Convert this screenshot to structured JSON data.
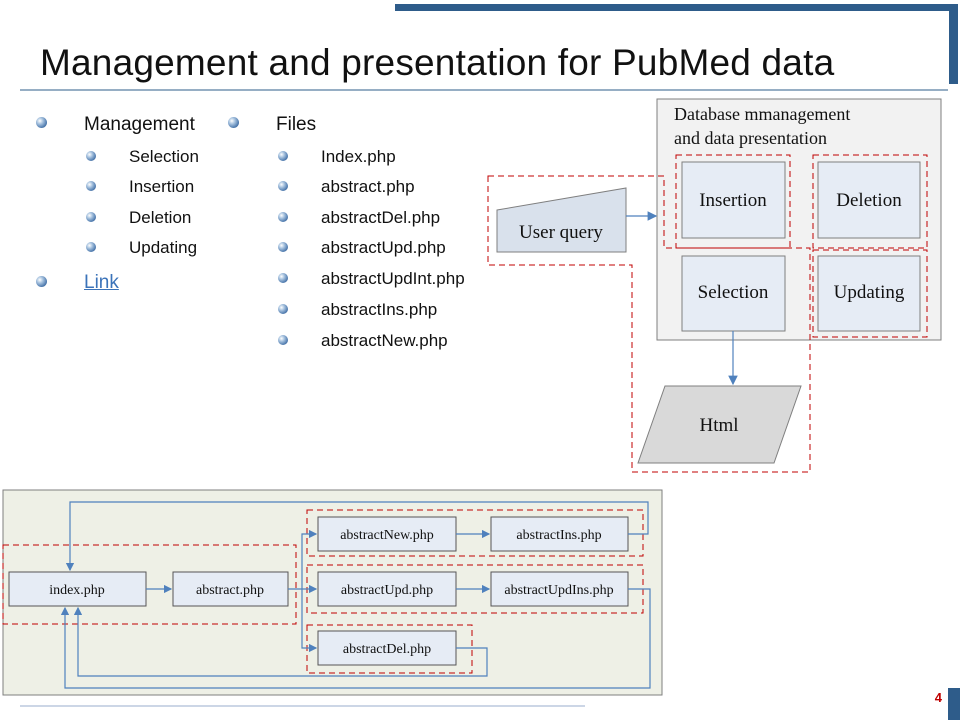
{
  "title": "Management and presentation for PubMed data",
  "left_list": {
    "heading": "Management",
    "items": [
      "Selection",
      "Insertion",
      "Deletion",
      "Updating"
    ],
    "link": "Link"
  },
  "files_list": {
    "heading": "Files",
    "items": [
      "Index.php",
      "abstract.php",
      "abstractDel.php",
      "abstractUpd.php",
      "abstractUpdInt.php",
      "abstractIns.php",
      "abstractNew.php"
    ]
  },
  "db_diagram": {
    "container_label_line1": "Database mmanagement",
    "container_label_line2": "and data presentation",
    "user_query": "User query",
    "insertion": "Insertion",
    "deletion": "Deletion",
    "selection": "Selection",
    "updating": "Updating",
    "html": "Html"
  },
  "flow_diagram": {
    "index": "index.php",
    "abstract": "abstract.php",
    "abstractNew": "abstractNew.php",
    "abstractIns": "abstractIns.php",
    "abstractUpd": "abstractUpd.php",
    "abstractUpdIns": "abstractUpdIns.php",
    "abstractDel": "abstractDel.php"
  },
  "page_number": "4",
  "colors": {
    "accent_blue": "#2e5c8a",
    "dashed_red": "#c00000",
    "box_fill": "#e6ecf5",
    "panel_fill": "#f2f2f2",
    "flow_panel_fill": "#eef0e6",
    "arrow_blue": "#4f81bd"
  }
}
